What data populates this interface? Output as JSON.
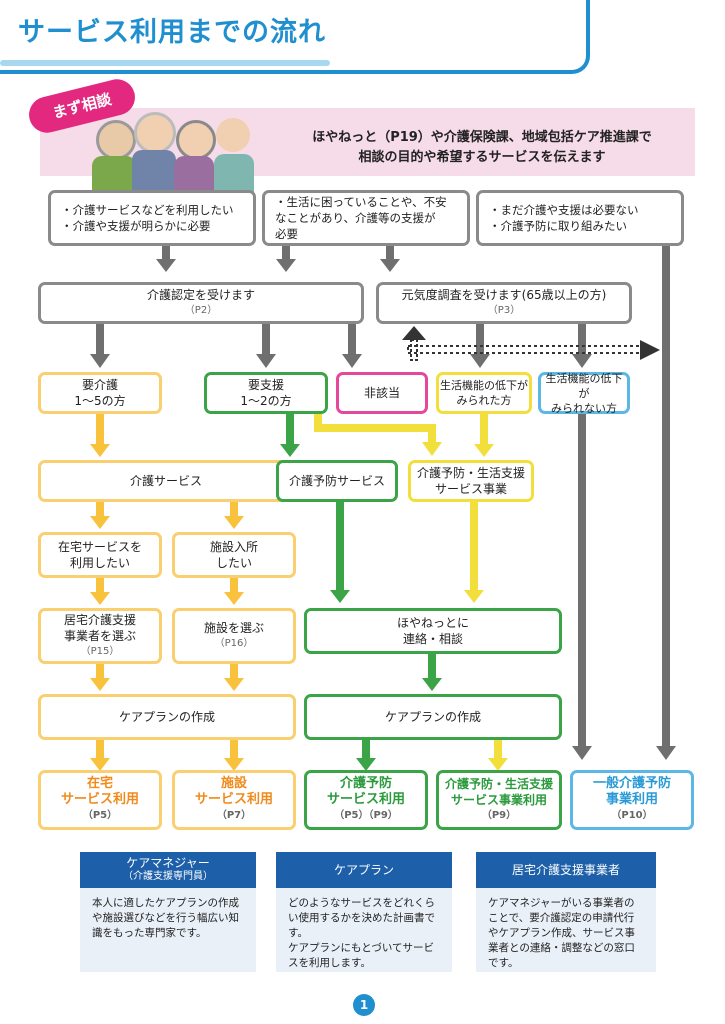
{
  "header": {
    "title": "サービス利用までの流れ"
  },
  "consult": {
    "badge": "まず相談",
    "line1": "ほやねっと（P19）や介護保険課、地域包括ケア推進課で",
    "line2": "相談の目的や希望するサービスを伝えます"
  },
  "situations": [
    {
      "lines": [
        "・介護サービスなどを利用したい",
        "・介護や支援が明らかに必要"
      ]
    },
    {
      "lines": [
        "・生活に困っていることや、不安",
        "なことがあり、介護等の支援が",
        "必要"
      ]
    },
    {
      "lines": [
        "・まだ介護や支援は必要ない",
        "・介護予防に取り組みたい"
      ]
    }
  ],
  "certification": {
    "label": "介護認定を受けます",
    "page": "（P2）"
  },
  "checklist": {
    "label": "元気度調査を受けます(65歳以上の方)",
    "page": "（P3）"
  },
  "levels": {
    "care": [
      "要介護",
      "1～5の方"
    ],
    "support": [
      "要支援",
      "1～2の方"
    ],
    "not_applicable": "非該当",
    "decline": [
      "生活機能の低下が",
      "みられた方"
    ],
    "no_decline": [
      "生活機能の低下が",
      "みられない方"
    ]
  },
  "services": {
    "care": "介護サービス",
    "prevention": "介護予防サービス",
    "prevention_life": [
      "介護予防・生活支援",
      "サービス事業"
    ]
  },
  "care_branch": {
    "home_want": [
      "在宅サービスを",
      "利用したい"
    ],
    "facility_want": [
      "施設入所",
      "したい"
    ],
    "choose_provider": [
      "居宅介護支援",
      "事業者を選ぶ"
    ],
    "choose_provider_page": "（P15）",
    "choose_facility": "施設を選ぶ",
    "choose_facility_page": "（P16）"
  },
  "contact": [
    "ほやねっとに",
    "連絡・相談"
  ],
  "careplan": {
    "left": "ケアプランの作成",
    "right": "ケアプランの作成"
  },
  "outcomes": [
    {
      "lines": [
        "在宅",
        "サービス利用"
      ],
      "page": "（P5）"
    },
    {
      "lines": [
        "施設",
        "サービス利用"
      ],
      "page": "（P7）"
    },
    {
      "lines": [
        "介護予防",
        "サービス利用"
      ],
      "page": "（P5）（P9）"
    },
    {
      "lines": [
        "介護予防・生活支援",
        "サービス事業利用"
      ],
      "page": "（P9）"
    },
    {
      "lines": [
        "一般介護予防",
        "事業利用"
      ],
      "page": "（P10）"
    }
  ],
  "glossary": [
    {
      "title": "ケアマネジャー",
      "subtitle": "（介護支援専門員）",
      "body": [
        "本人に適したケアプランの作成",
        "や施設選びなどを行う幅広い知",
        "識をもった専門家です。"
      ]
    },
    {
      "title": "ケアプラン",
      "subtitle": "",
      "body": [
        "どのようなサービスをどれくら",
        "い使用するかを決めた計画書で",
        "す。",
        "ケアプランにもとづいてサービ",
        "スを利用します。"
      ]
    },
    {
      "title": "居宅介護支援事業者",
      "subtitle": "",
      "body": [
        "ケアマネジャーがいる事業者の",
        "ことで、要介護認定の申請代行",
        "やケアプラン作成、サービス事",
        "業者との連絡・調整などの窓口",
        "です。"
      ]
    }
  ],
  "page_number": "1",
  "colors": {
    "blue": "#1f8fd0",
    "pink": "#e2287f",
    "orange": "#f9cf70",
    "green": "#3aa447",
    "yellow": "#f2df3c"
  }
}
